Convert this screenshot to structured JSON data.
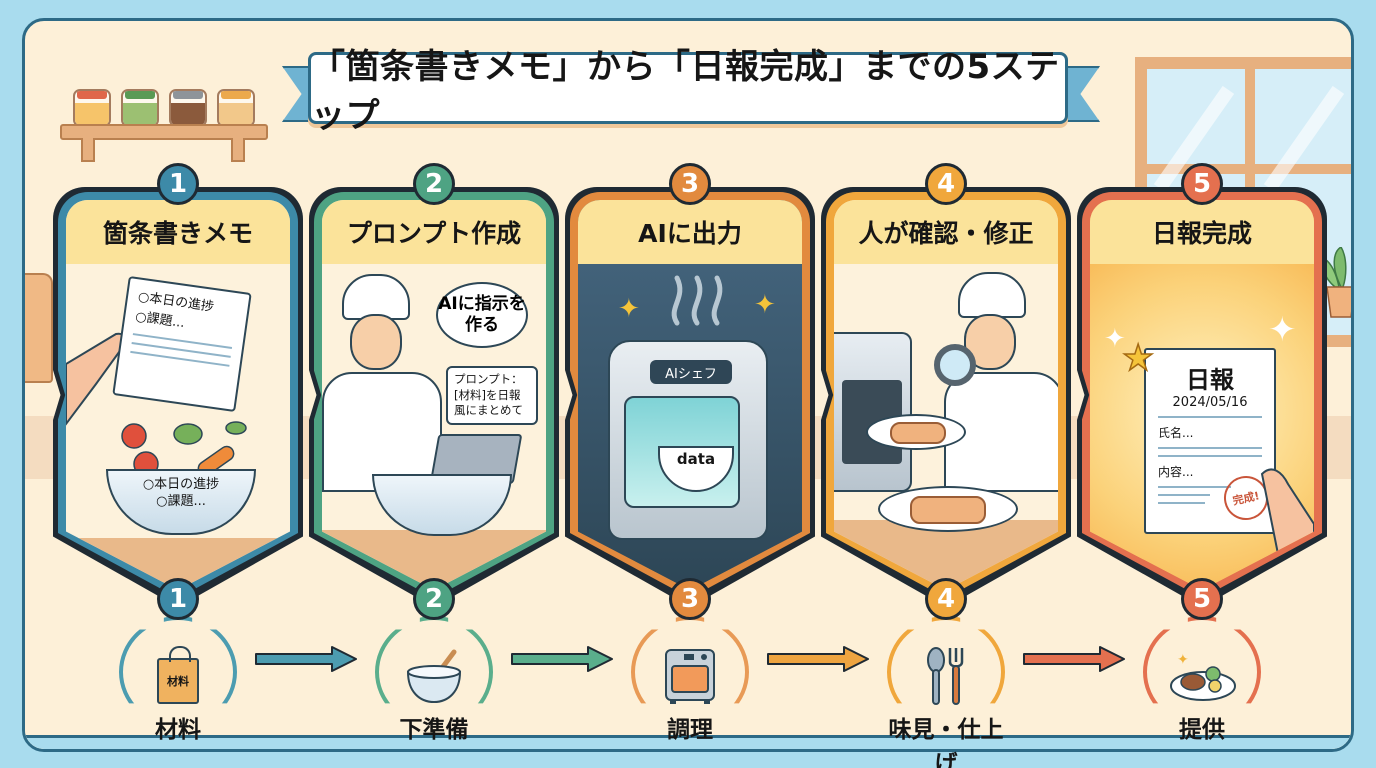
{
  "title": "「箇条書きメモ」から「日報完成」までの5ステップ",
  "steps": [
    {
      "number": "1",
      "heading": "箇条書きメモ",
      "color": "#3d8aa8",
      "note_lines": [
        "○本日の進捗",
        "○課題..."
      ],
      "bowl_lines": [
        "○本日の進捗",
        "○課題..."
      ],
      "flow_label": "材料",
      "flow_icon": "shopping-bag-icon",
      "flow_icon_text": "材料"
    },
    {
      "number": "2",
      "heading": "プロンプト作成",
      "color": "#4ea383",
      "speech_bubble": "AIに指示を作る",
      "prompt_lines": [
        "プロンプト：",
        "[材料]を日報",
        "風にまとめて"
      ],
      "flow_label": "下準備",
      "flow_icon": "mixing-bowl-icon"
    },
    {
      "number": "3",
      "heading": "AIに出力",
      "color": "#e28a3e",
      "machine_label": "AIシェフ",
      "bowl_text": "data",
      "flow_label": "調理",
      "flow_icon": "oven-icon"
    },
    {
      "number": "4",
      "heading": "人が確認・修正",
      "color": "#f0a73c",
      "flow_label": "味見・仕上げ",
      "flow_icon": "spoon-fork-icon"
    },
    {
      "number": "5",
      "heading": "日報完成",
      "color": "#e4704f",
      "report_title": "日報",
      "report_date": "2024/05/16",
      "report_name_field": "氏名...",
      "report_content_field": "内容...",
      "stamp_text": "完成!",
      "flow_label": "提供",
      "flow_icon": "served-plate-icon"
    }
  ]
}
